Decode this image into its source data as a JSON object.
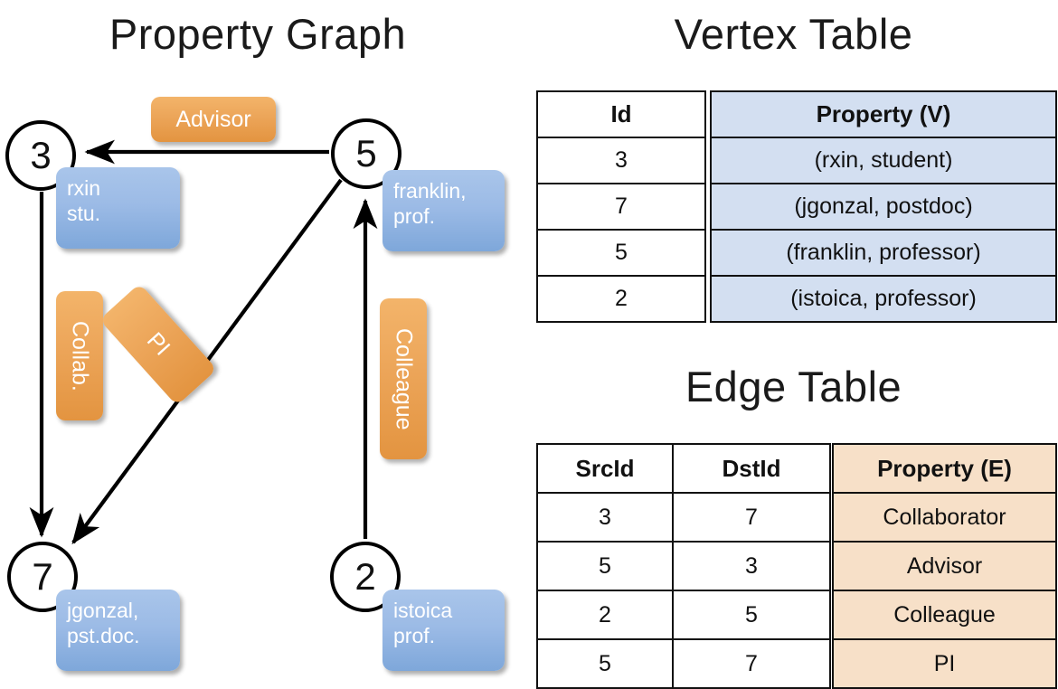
{
  "titles": {
    "property_graph": "Property Graph",
    "vertex_table": "Vertex Table",
    "edge_table": "Edge Table"
  },
  "graph": {
    "nodes": [
      {
        "id": "3",
        "property": "rxin\nstu."
      },
      {
        "id": "5",
        "property": "franklin,\nprof."
      },
      {
        "id": "7",
        "property": "jgonzal,\npst.doc."
      },
      {
        "id": "2",
        "property": "istoica\nprof."
      }
    ],
    "node_labels": {
      "n3": "3",
      "n5": "5",
      "n7": "7",
      "n2": "2"
    },
    "property_labels": {
      "rxin_line1": "rxin",
      "rxin_line2": "stu.",
      "franklin_line1": "franklin,",
      "franklin_line2": "prof.",
      "jgonzal_line1": "jgonzal,",
      "jgonzal_line2": "pst.doc.",
      "istoica_line1": "istoica",
      "istoica_line2": "prof."
    },
    "edge_labels": {
      "advisor": "Advisor",
      "collab": "Collab.",
      "pi": "PI",
      "colleague": "Colleague"
    },
    "edges": [
      {
        "from": "5",
        "to": "3",
        "label": "Advisor"
      },
      {
        "from": "3",
        "to": "7",
        "label": "Collab."
      },
      {
        "from": "5",
        "to": "7",
        "label": "PI"
      },
      {
        "from": "2",
        "to": "5",
        "label": "Colleague"
      }
    ]
  },
  "vertex_table": {
    "headers": [
      "Id",
      "Property (V)"
    ],
    "rows": [
      {
        "id": "3",
        "property": "(rxin, student)"
      },
      {
        "id": "7",
        "property": "(jgonzal, postdoc)"
      },
      {
        "id": "5",
        "property": "(franklin, professor)"
      },
      {
        "id": "2",
        "property": "(istoica, professor)"
      }
    ]
  },
  "edge_table": {
    "headers": [
      "SrcId",
      "DstId",
      "Property (E)"
    ],
    "rows": [
      {
        "src": "3",
        "dst": "7",
        "property": "Collaborator"
      },
      {
        "src": "5",
        "dst": "3",
        "property": "Advisor"
      },
      {
        "src": "2",
        "dst": "5",
        "property": "Colleague"
      },
      {
        "src": "5",
        "dst": "7",
        "property": "PI"
      }
    ]
  },
  "colors": {
    "vertex_property_fill": "#d3dff1",
    "edge_property_fill": "#f7e0c8",
    "node_property_box": "#9cbbe6",
    "edge_label_box": "#eca559",
    "stroke": "#000000"
  }
}
